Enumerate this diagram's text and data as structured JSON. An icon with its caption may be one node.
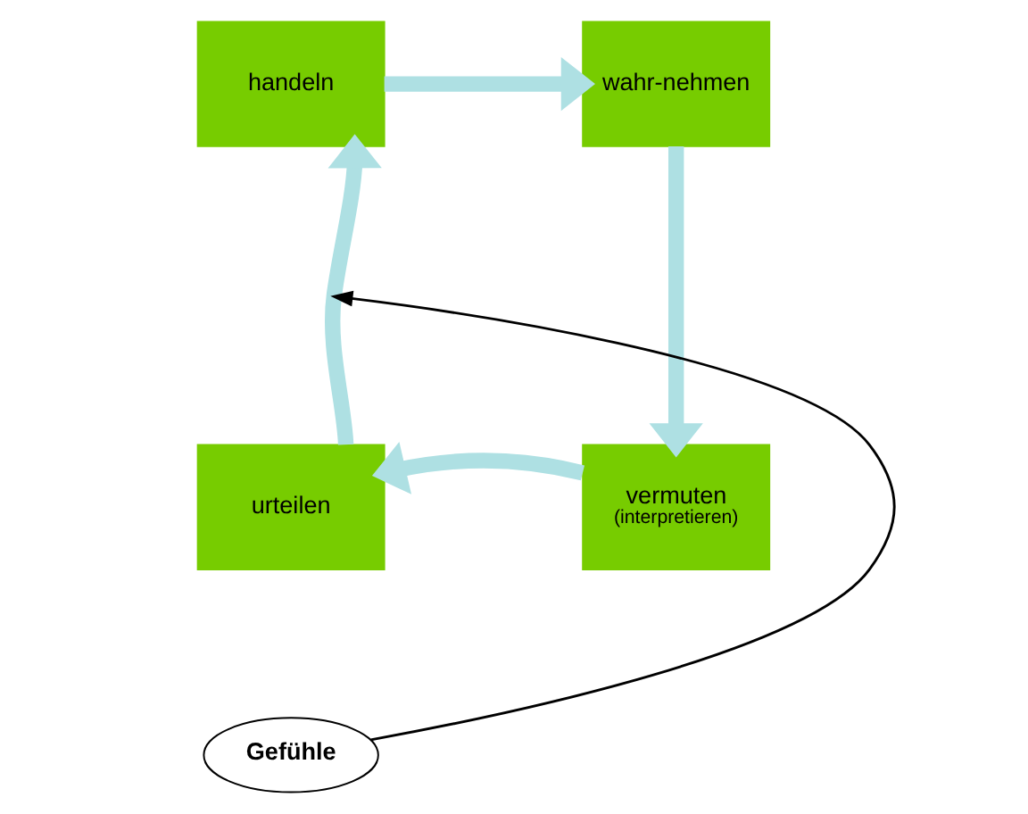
{
  "diagram": {
    "nodes": [
      {
        "text": [
          "handeln"
        ]
      },
      {
        "text": [
          "wahr-nehmen"
        ]
      },
      {
        "text": [
          "vermuten",
          "(interpretieren)"
        ]
      },
      {
        "text": [
          "urteilen"
        ]
      },
      {
        "text": [
          "Gefühle"
        ]
      }
    ],
    "edges": [
      {
        "from": 0,
        "to": 1,
        "arrow": "to"
      },
      {
        "from": 1,
        "to": 2,
        "arrow": "to"
      },
      {
        "from": 2,
        "to": 3,
        "arrow": "to"
      },
      {
        "from": 3,
        "to": 0,
        "arrow": "to"
      },
      {
        "from": 4,
        "to": null,
        "arrow": "to",
        "color": "#000000"
      }
    ]
  }
}
